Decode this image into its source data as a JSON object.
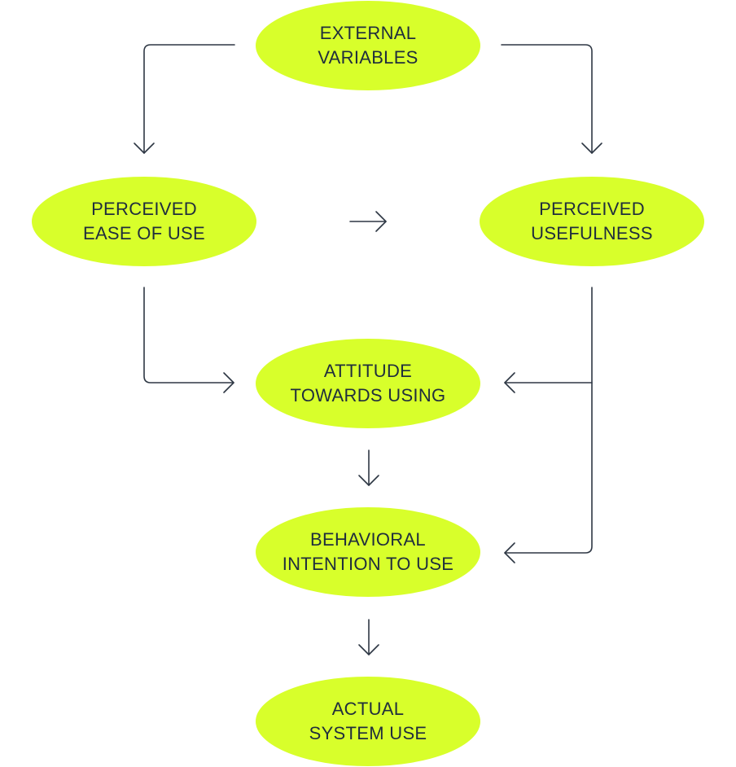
{
  "colors": {
    "node_fill": "#d8ff2b",
    "node_text": "#1f2d3d",
    "connector": "#2e3744"
  },
  "nodes": {
    "external_variables": {
      "line1": "EXTERNAL",
      "line2": "VARIABLES"
    },
    "perceived_ease_of_use": {
      "line1": "PERCEIVED",
      "line2": "EASE OF USE"
    },
    "perceived_usefulness": {
      "line1": "PERCEIVED",
      "line2": "USEFULNESS"
    },
    "attitude_towards_using": {
      "line1": "ATTITUDE",
      "line2": "TOWARDS USING"
    },
    "behavioral_intention": {
      "line1": "BEHAVIORAL",
      "line2": "INTENTION TO USE"
    },
    "actual_system_use": {
      "line1": "ACTUAL",
      "line2": "SYSTEM USE"
    }
  },
  "edges": [
    {
      "from": "external_variables",
      "to": "perceived_ease_of_use"
    },
    {
      "from": "external_variables",
      "to": "perceived_usefulness"
    },
    {
      "from": "perceived_ease_of_use",
      "to": "perceived_usefulness"
    },
    {
      "from": "perceived_ease_of_use",
      "to": "attitude_towards_using"
    },
    {
      "from": "perceived_usefulness",
      "to": "attitude_towards_using"
    },
    {
      "from": "perceived_usefulness",
      "to": "behavioral_intention"
    },
    {
      "from": "attitude_towards_using",
      "to": "behavioral_intention"
    },
    {
      "from": "behavioral_intention",
      "to": "actual_system_use"
    }
  ]
}
